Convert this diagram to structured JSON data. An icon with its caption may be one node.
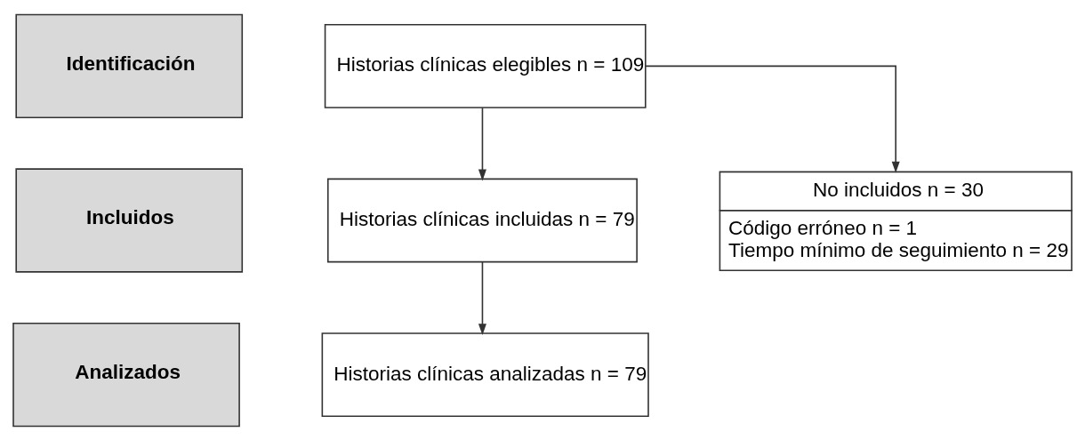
{
  "diagram": {
    "nodes": [
      {
        "text": [
          "Identificación"
        ]
      },
      {
        "text": [
          "Historias clínicas elegibles n = 109"
        ]
      },
      {
        "text": [
          "No incluidos n = 30",
          "Código erróneo n = 1",
          "Tiempo mínimo de seguimiento n = 29"
        ]
      },
      {
        "text": [
          "Incluidos"
        ]
      },
      {
        "text": [
          "Historias clínicas incluidas n = 79"
        ]
      },
      {
        "text": [
          "Analizados"
        ]
      },
      {
        "text": [
          "Historias clínicas analizadas n = 79"
        ]
      }
    ],
    "edges": [
      {
        "from": 1,
        "to": 4,
        "arrow": "to"
      },
      {
        "from": 1,
        "to": 2,
        "arrow": "to"
      },
      {
        "from": 4,
        "to": 6,
        "arrow": "to"
      }
    ]
  }
}
